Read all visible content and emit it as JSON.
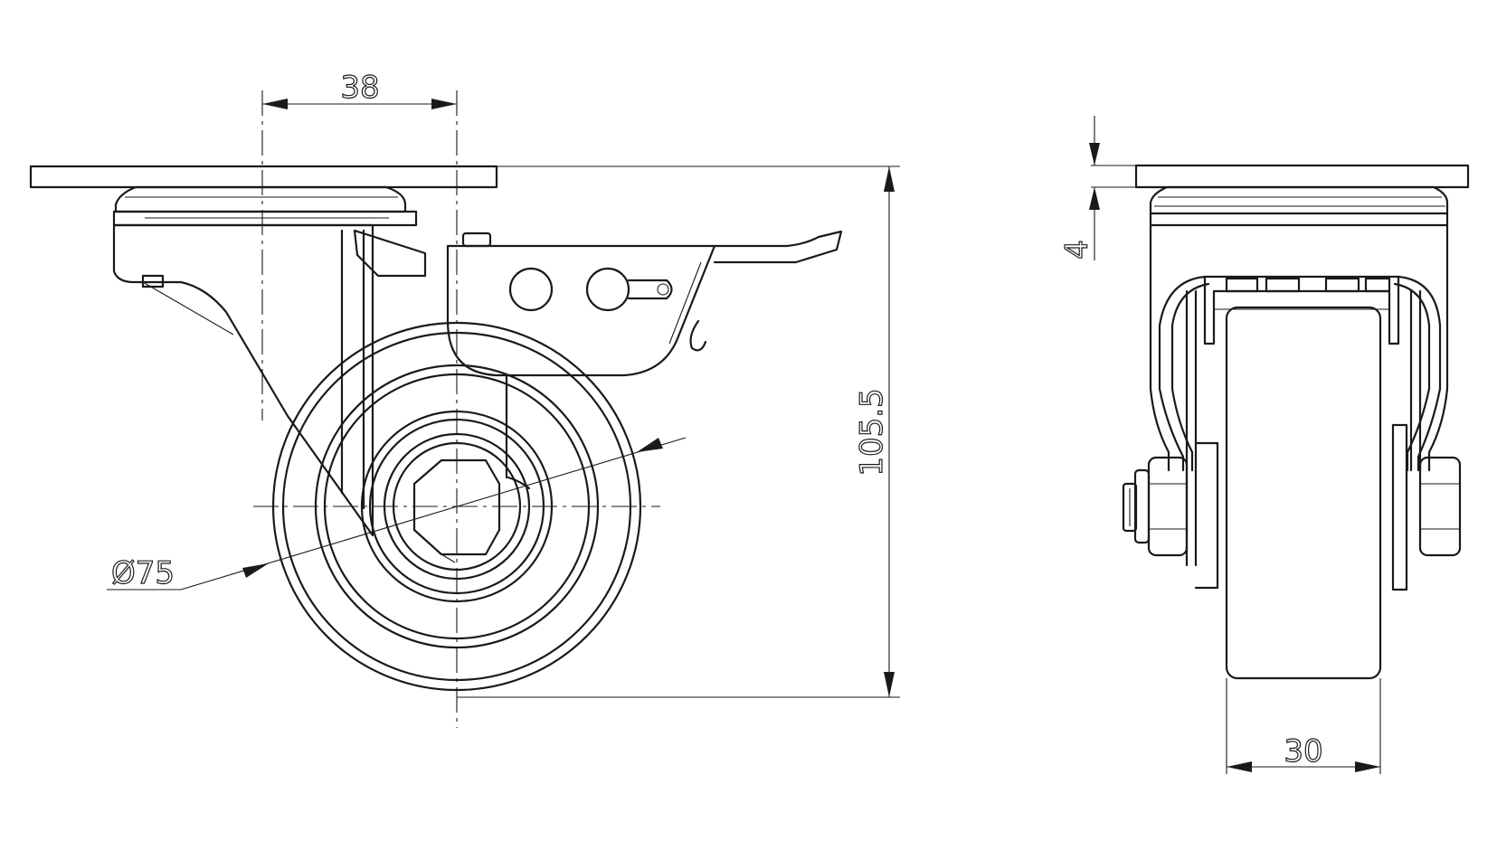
{
  "dimensions": {
    "swivel_offset": "38",
    "overall_height": "105.5",
    "wheel_diameter": "Ø75",
    "plate_thickness": "4",
    "wheel_width": "30"
  },
  "colors": {
    "line": "#1a1a1a",
    "background": "#ffffff"
  }
}
